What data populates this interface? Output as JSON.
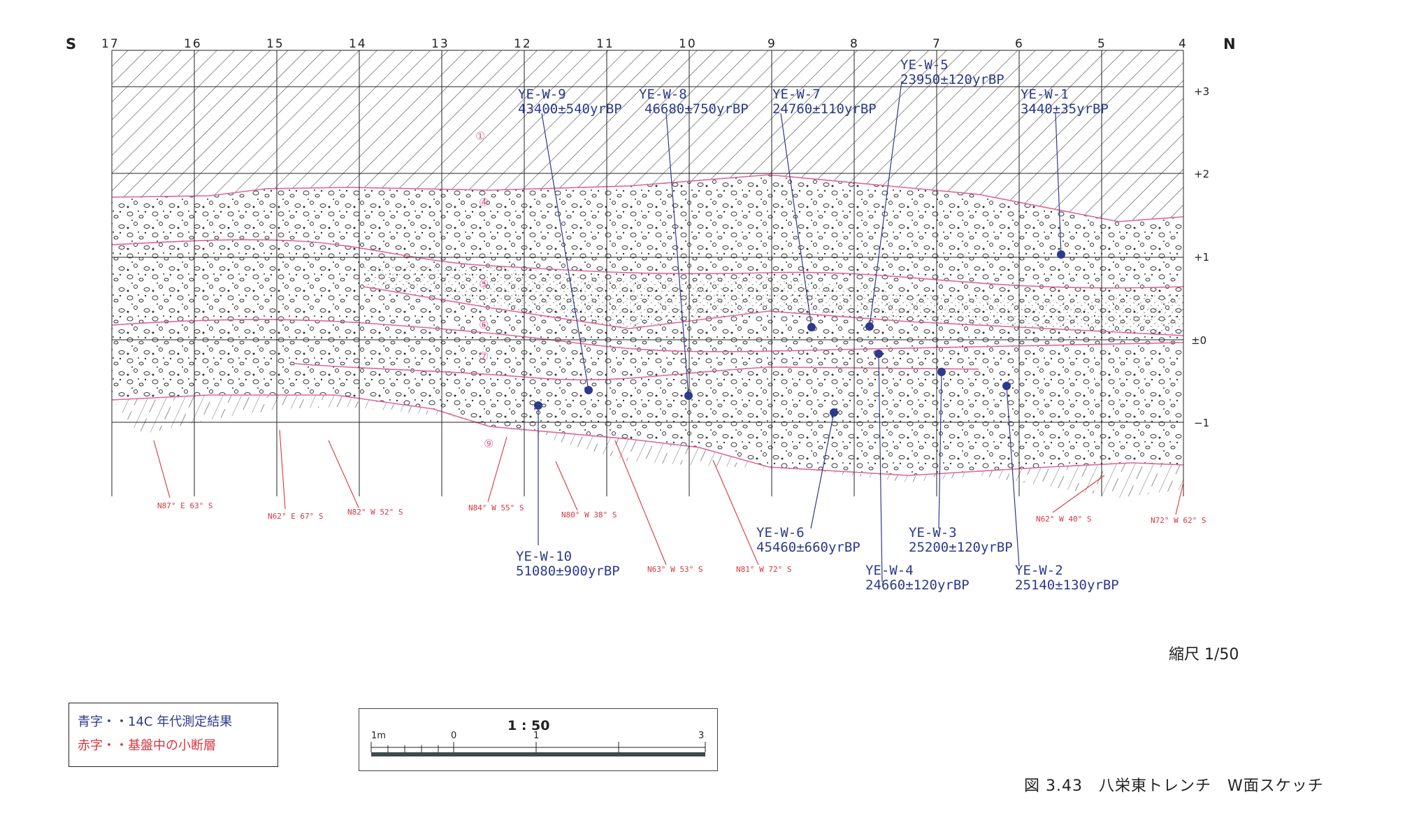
{
  "header": {
    "south_label": "S",
    "north_label": "N",
    "grid_numbers": [
      "17",
      "16",
      "15",
      "14",
      "13",
      "12",
      "11",
      "10",
      "9",
      "8",
      "7",
      "6",
      "5",
      "4"
    ]
  },
  "elevations": [
    "+3",
    "+2",
    "+1",
    "±0",
    "−1"
  ],
  "layers": [
    "①",
    "④",
    "⑤",
    "⑥",
    "⑦",
    "⑨"
  ],
  "samples": [
    {
      "id": "YE-W-1",
      "age": "3440±35yrBP"
    },
    {
      "id": "YE-W-2",
      "age": "25140±130yrBP"
    },
    {
      "id": "YE-W-3",
      "age": "25200±120yrBP"
    },
    {
      "id": "YE-W-4",
      "age": "24660±120yrBP"
    },
    {
      "id": "YE-W-5",
      "age": "23950±120yrBP"
    },
    {
      "id": "YE-W-6",
      "age": "45460±660yrBP"
    },
    {
      "id": "YE-W-7",
      "age": "24760±110yrBP"
    },
    {
      "id": "YE-W-8",
      "age": "46680±750yrBP"
    },
    {
      "id": "YE-W-9",
      "age": "43400±540yrBP"
    },
    {
      "id": "YE-W-10",
      "age": "51080±900yrBP"
    }
  ],
  "faults": [
    "N87° E 63° S",
    "N62° E 67° S",
    "N82° W 52° S",
    "N84° W 55° S",
    "N80° W 38° S",
    "N63° W 53° S",
    "N81° W 72° S",
    "N62° W 40° S",
    "N72° W 62° S"
  ],
  "scale_note": "縮尺 1/50",
  "legend": {
    "blue_text": "青字・・14C 年代測定結果",
    "red_text": "赤字・・基盤中の小断層"
  },
  "scale_bar": {
    "ratio": "1 : 50",
    "ticks": [
      "1m",
      "0",
      "1",
      "3"
    ]
  },
  "caption": "図 3.43　八栄東トレンチ　W面スケッチ",
  "colors": {
    "sample_blue": "#2b3a8c",
    "fault_red": "#d9363e",
    "boundary_pink": "#e0659a"
  }
}
